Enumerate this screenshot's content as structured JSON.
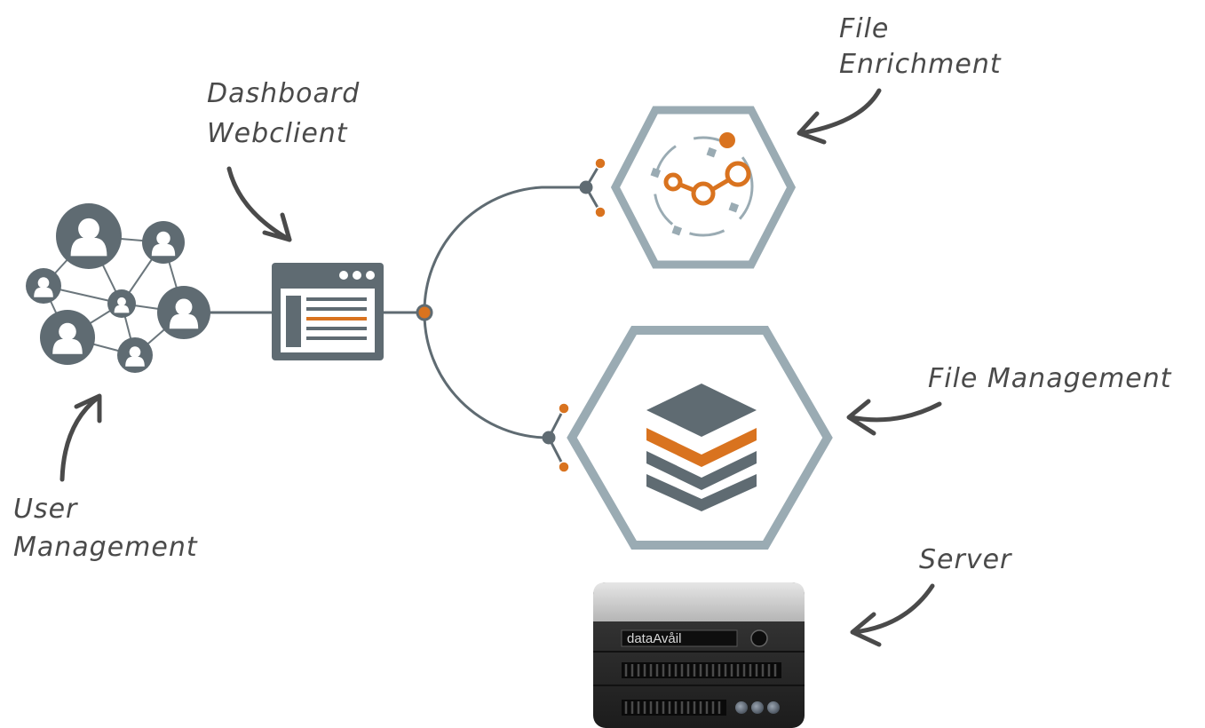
{
  "labels": {
    "file_enrichment": [
      "File",
      "Enrichment"
    ],
    "dashboard_webclient": [
      "Dashboard",
      "Webclient"
    ],
    "file_management": "File Management",
    "user_management": [
      "User",
      "Management"
    ],
    "server": "Server"
  },
  "server_brand": "dataAvåil",
  "colors": {
    "slate": "#5f6b72",
    "hex_outline": "#9aabb3",
    "accent": "#d9731f",
    "text": "#4a4a4a"
  },
  "icons": [
    "user-network-icon",
    "browser-window-icon",
    "enrichment-graph-icon",
    "layers-stack-icon",
    "server-icon"
  ]
}
